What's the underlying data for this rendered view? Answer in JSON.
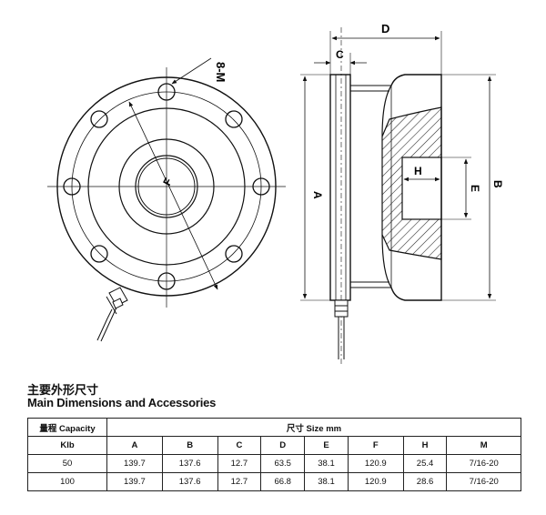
{
  "drawing": {
    "labels": {
      "thread": "8-M",
      "f": "F",
      "a": "A",
      "b": "B",
      "c": "C",
      "d": "D",
      "e": "E",
      "h": "H"
    }
  },
  "section": {
    "title_cn": "主要外形尺寸",
    "title_en": "Main Dimensions and Accessories"
  },
  "table": {
    "capacity_header": "量程 Capacity",
    "size_header": "尺寸 Size mm",
    "columns": [
      "Klb",
      "A",
      "B",
      "C",
      "D",
      "E",
      "F",
      "H",
      "M"
    ],
    "rows": [
      [
        "50",
        "139.7",
        "137.6",
        "12.7",
        "63.5",
        "38.1",
        "120.9",
        "25.4",
        "7/16-20"
      ],
      [
        "100",
        "139.7",
        "137.6",
        "12.7",
        "66.8",
        "38.1",
        "120.9",
        "28.6",
        "7/16-20"
      ]
    ]
  }
}
